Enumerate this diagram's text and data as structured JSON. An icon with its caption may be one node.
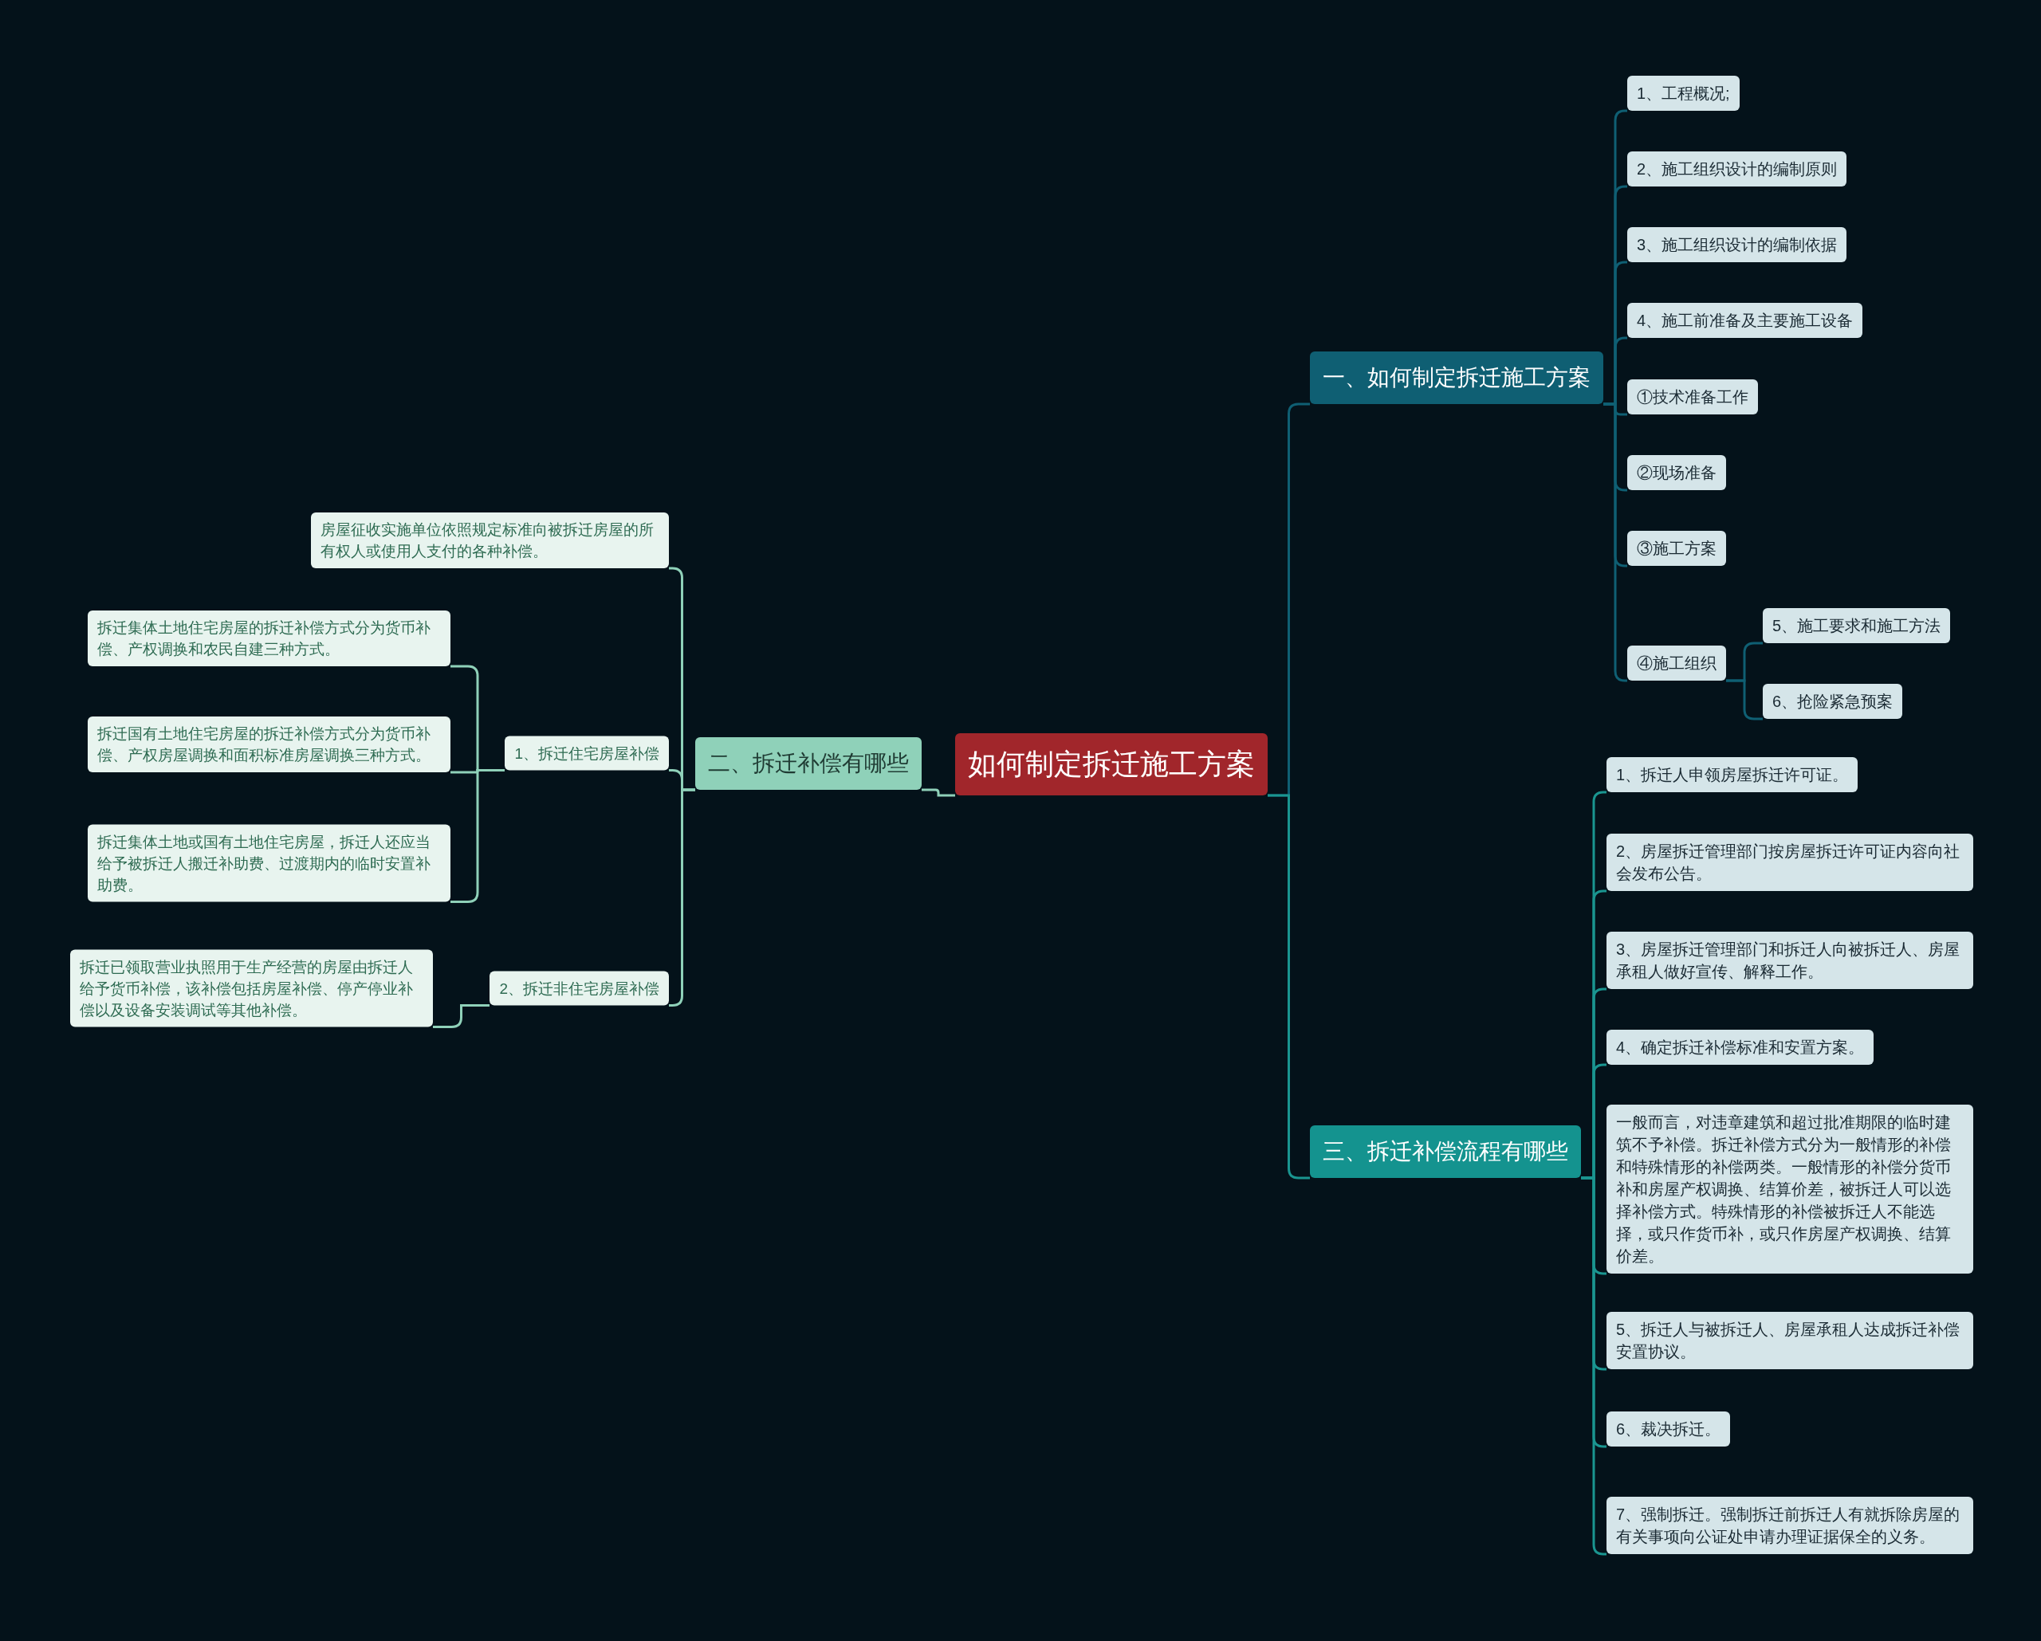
{
  "diagram": {
    "nodes": [
      {
        "text": [
          "如何制定拆迁施工方案"
        ]
      },
      {
        "text": [
          "一、如何制定拆迁施工方案"
        ]
      },
      {
        "text": [
          "1、工程概况;"
        ]
      },
      {
        "text": [
          "2、施工组织设计的编制原则"
        ]
      },
      {
        "text": [
          "3、施工组织设计的编制依据"
        ]
      },
      {
        "text": [
          "4、施工前准备及主要施工设备"
        ]
      },
      {
        "text": [
          "①技术准备工作"
        ]
      },
      {
        "text": [
          "②现场准备"
        ]
      },
      {
        "text": [
          "③施工方案"
        ]
      },
      {
        "text": [
          "④施工组织"
        ]
      },
      {
        "text": [
          "5、施工要求和施工方法"
        ]
      },
      {
        "text": [
          "6、抢险紧急预案"
        ]
      },
      {
        "text": [
          "三、拆迁补偿流程有哪些"
        ]
      },
      {
        "text": [
          "1、拆迁人申领房屋拆迁许可证。"
        ]
      },
      {
        "text": [
          "2、房屋拆迁管理部门按房屋拆迁许可证内容向社会发布公告。"
        ]
      },
      {
        "text": [
          "3、房屋拆迁管理部门和拆迁人向被拆迁人、房屋承租人做好宣传、解释工作。"
        ]
      },
      {
        "text": [
          "4、确定拆迁补偿标准和安置方案。"
        ]
      },
      {
        "text": [
          "一般而言，对违章建筑和超过批准期限的临时建筑不予补偿。拆迁补偿方式分为一般情形的补偿和特殊情形的补偿两类。一般情形的补偿分货币补和房屋产权调换、结算价差，被拆迁人可以选择补偿方式。特殊情形的补偿被拆迁人不能选择，或只作货币补，或只作房屋产权调换、结算价差。"
        ]
      },
      {
        "text": [
          "5、拆迁人与被拆迁人、房屋承租人达成拆迁补偿安置协议。"
        ]
      },
      {
        "text": [
          "6、裁决拆迁。"
        ]
      },
      {
        "text": [
          "7、强制拆迁。强制拆迁前拆迁人有就拆除房屋的有关事项向公证处申请办理证据保全的义务。"
        ]
      },
      {
        "text": [
          "二、拆迁补偿有哪些"
        ]
      },
      {
        "text": [
          "房屋征收实施单位依照规定标准向被拆迁房屋的所有权人或使用人支付的各种补偿。"
        ]
      },
      {
        "text": [
          "1、拆迁住宅房屋补偿"
        ]
      },
      {
        "text": [
          "拆迁集体土地住宅房屋的拆迁补偿方式分为货币补偿、产权调换和农民自建三种方式。"
        ]
      },
      {
        "text": [
          "拆迁国有土地住宅房屋的拆迁补偿方式分为货币补偿、产权房屋调换和面积标准房屋调换三种方式。"
        ]
      },
      {
        "text": [
          "拆迁集体土地或国有土地住宅房屋，拆迁人还应当给予被拆迁人搬迁补助费、过渡期内的临时安置补助费。"
        ]
      },
      {
        "text": [
          "2、拆迁非住宅房屋补偿"
        ]
      },
      {
        "text": [
          "拆迁已领取营业执照用于生产经营的房屋由拆迁人给予货币补偿，该补偿包括房屋补偿、停产停业补偿以及设备安装调试等其他补偿。"
        ]
      }
    ],
    "edges": [
      {
        "from": 0,
        "to": 1,
        "arrow": "none"
      },
      {
        "from": 1,
        "to": 2,
        "arrow": "none"
      },
      {
        "from": 1,
        "to": 3,
        "arrow": "none"
      },
      {
        "from": 1,
        "to": 4,
        "arrow": "none"
      },
      {
        "from": 1,
        "to": 5,
        "arrow": "none"
      },
      {
        "from": 1,
        "to": 6,
        "arrow": "none"
      },
      {
        "from": 1,
        "to": 7,
        "arrow": "none"
      },
      {
        "from": 1,
        "to": 8,
        "arrow": "none"
      },
      {
        "from": 1,
        "to": 9,
        "arrow": "none"
      },
      {
        "from": 9,
        "to": 10,
        "arrow": "none"
      },
      {
        "from": 9,
        "to": 11,
        "arrow": "none"
      },
      {
        "from": 0,
        "to": 12,
        "arrow": "none",
        "color": "#1a9590"
      },
      {
        "from": 12,
        "to": 13,
        "arrow": "none",
        "color": "#1a9590"
      },
      {
        "from": 12,
        "to": 14,
        "arrow": "none",
        "color": "#1a9590"
      },
      {
        "from": 12,
        "to": 15,
        "arrow": "none",
        "color": "#1a9590"
      },
      {
        "from": 12,
        "to": 16,
        "arrow": "none",
        "color": "#1a9590"
      },
      {
        "from": 12,
        "to": 17,
        "arrow": "none",
        "color": "#1a9590"
      },
      {
        "from": 12,
        "to": 18,
        "arrow": "none",
        "color": "#1a9590"
      },
      {
        "from": 12,
        "to": 19,
        "arrow": "none",
        "color": "#1a9590"
      },
      {
        "from": 12,
        "to": 20,
        "arrow": "none",
        "color": "#1a9590"
      },
      {
        "from": 0,
        "to": 21,
        "arrow": "none",
        "color": "#8fd1b9"
      },
      {
        "from": 21,
        "to": 22,
        "arrow": "none",
        "color": "#8fd1b9"
      },
      {
        "from": 21,
        "to": 23,
        "arrow": "none",
        "color": "#8fd1b9"
      },
      {
        "from": 23,
        "to": 24,
        "arrow": "none",
        "color": "#8fd1b9"
      },
      {
        "from": 23,
        "to": 25,
        "arrow": "none",
        "color": "#8fd1b9"
      },
      {
        "from": 23,
        "to": 26,
        "arrow": "none",
        "color": "#8fd1b9"
      },
      {
        "from": 21,
        "to": 27,
        "arrow": "none",
        "color": "#8fd1b9"
      },
      {
        "from": 27,
        "to": 28,
        "arrow": "none",
        "color": "#8fd1b9"
      }
    ]
  }
}
